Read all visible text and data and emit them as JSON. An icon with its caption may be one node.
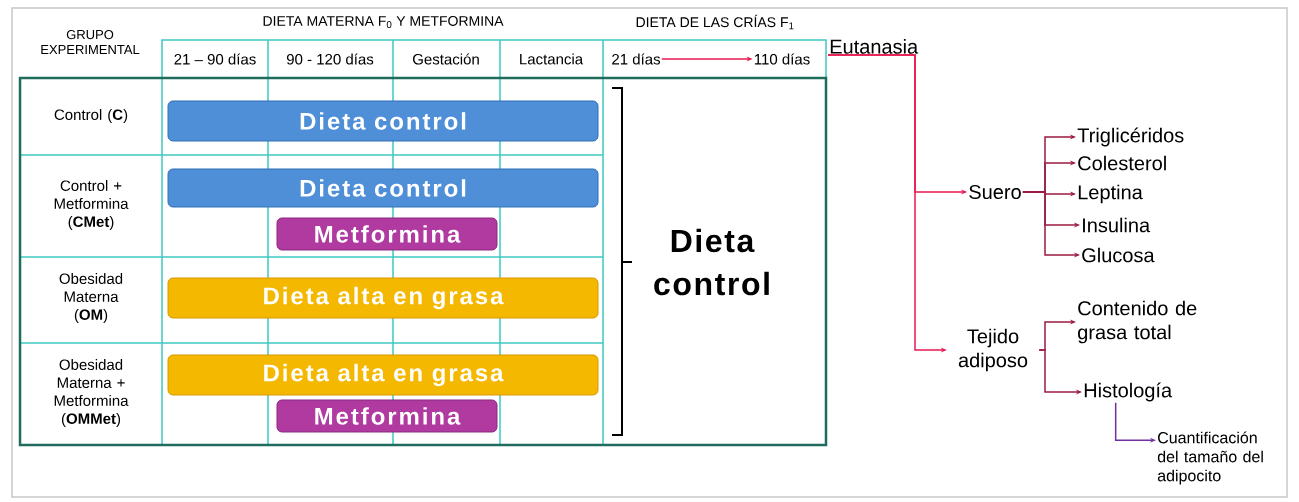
{
  "diagram": {
    "nodes": [
      {
        "text": [
          "21 días"
        ]
      },
      {
        "text": [
          "110 días"
        ]
      },
      {
        "text": [
          "Eutanasia"
        ]
      },
      {
        "text": [
          "Suero"
        ]
      },
      {
        "text": [
          "Tejido adiposo"
        ]
      },
      {
        "text": [
          "Triglicéridos"
        ]
      },
      {
        "text": [
          "Colesterol"
        ]
      },
      {
        "text": [
          "Leptina"
        ]
      },
      {
        "text": [
          "Insulina"
        ]
      },
      {
        "text": [
          "Glucosa"
        ]
      },
      {
        "text": [
          "Contenido de grasa total"
        ]
      },
      {
        "text": [
          "Histología"
        ]
      },
      {
        "text": [
          "Cuantificación del tamaño del adipocito"
        ]
      },
      {
        "text": [
          "Dieta control"
        ]
      },
      {
        "text": [
          "Dieta control"
        ]
      },
      {
        "text": [
          "Metformina"
        ]
      },
      {
        "text": [
          "Dieta alta en grasa"
        ]
      },
      {
        "text": [
          "Dieta alta en grasa"
        ]
      },
      {
        "text": [
          "Metformina"
        ]
      },
      {
        "text": [
          "Dieta control"
        ]
      }
    ],
    "edges": [
      {
        "from": 0,
        "to": 1,
        "arrow": "to",
        "color": "#e8174f"
      },
      {
        "from": 2,
        "to": 3,
        "arrow": "to",
        "color": "#e8174f"
      },
      {
        "from": 2,
        "to": 4,
        "arrow": "to",
        "color": "#e8174f"
      },
      {
        "from": 3,
        "to": 5,
        "arrow": "to"
      },
      {
        "from": 3,
        "to": 6,
        "arrow": "to"
      },
      {
        "from": 3,
        "to": 7,
        "arrow": "to"
      },
      {
        "from": 3,
        "to": 8,
        "arrow": "to"
      },
      {
        "from": 3,
        "to": 9,
        "arrow": "to"
      },
      {
        "from": 4,
        "to": 10,
        "arrow": "to"
      },
      {
        "from": 4,
        "to": 11,
        "arrow": "to"
      },
      {
        "from": 11,
        "to": 12,
        "arrow": "to",
        "color": "#7030a0"
      }
    ],
    "labels": [
      "GRUPO EXPERIMENTAL",
      "DIETA MATERNA F$_{0}$ Y METFORMINA",
      "DIETA DE LAS CRÍAS F$_{1}$",
      "21 – 90 días",
      "90 - 120 días",
      "Gestación",
      "Lactancia",
      "Control (**C**)",
      "Control + Metformina (**CMet**)",
      "Obesidad Materna (**OM**)",
      "Obesidad Materna + Metformina (**OMMet**)"
    ]
  }
}
